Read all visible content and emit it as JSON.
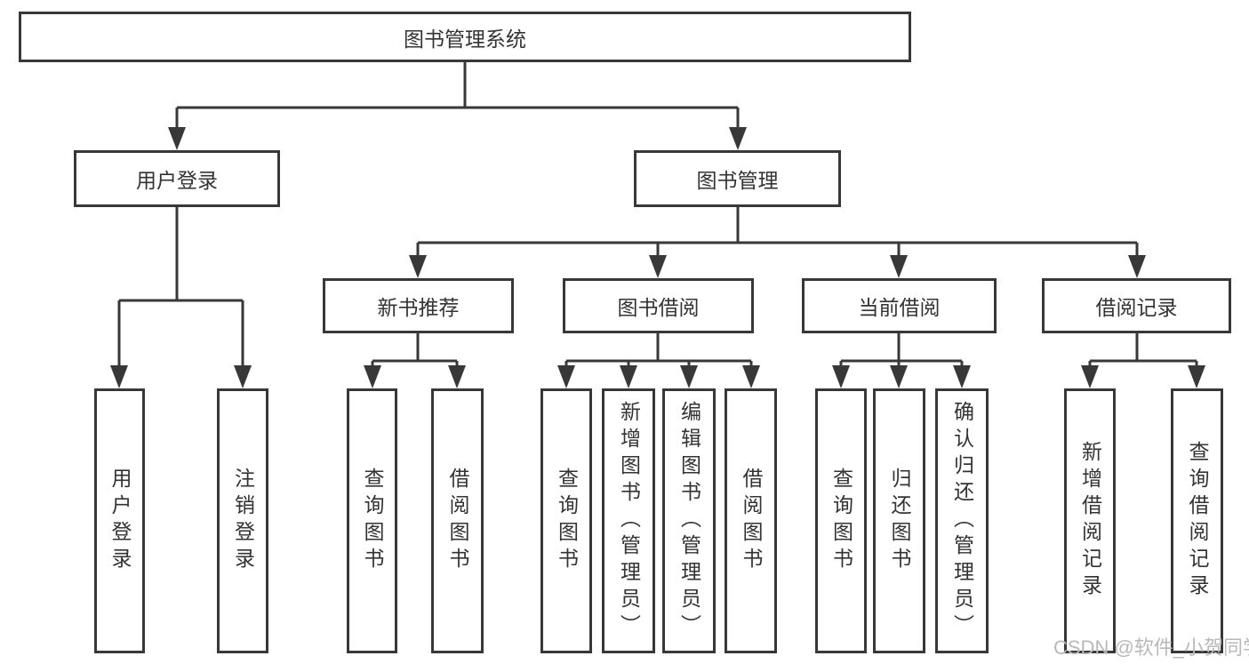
{
  "tree": {
    "label": "图书管理系统",
    "children": [
      {
        "label": "用户登录",
        "children": [
          {
            "label": "用户登录"
          },
          {
            "label": "注销登录"
          }
        ]
      },
      {
        "label": "图书管理",
        "children": [
          {
            "label": "新书推荐",
            "children": [
              {
                "label": "查询图书"
              },
              {
                "label": "借阅图书"
              }
            ]
          },
          {
            "label": "图书借阅",
            "children": [
              {
                "label": "查询图书"
              },
              {
                "label": "新增图书（管理员）"
              },
              {
                "label": "编辑图书（管理员）"
              },
              {
                "label": "借阅图书"
              }
            ]
          },
          {
            "label": "当前借阅",
            "children": [
              {
                "label": "查询图书"
              },
              {
                "label": "归还图书"
              },
              {
                "label": "确认归还（管理员）"
              }
            ]
          },
          {
            "label": "借阅记录",
            "children": [
              {
                "label": "新增借阅记录"
              },
              {
                "label": "查询借阅记录"
              }
            ]
          }
        ]
      }
    ]
  },
  "watermark": "CSDN @软件_小贺同学",
  "colors": {
    "line": "#383838",
    "border": "#383838",
    "text": "#333333",
    "watermark": "#b9b9b9",
    "background": "#ffffff"
  }
}
